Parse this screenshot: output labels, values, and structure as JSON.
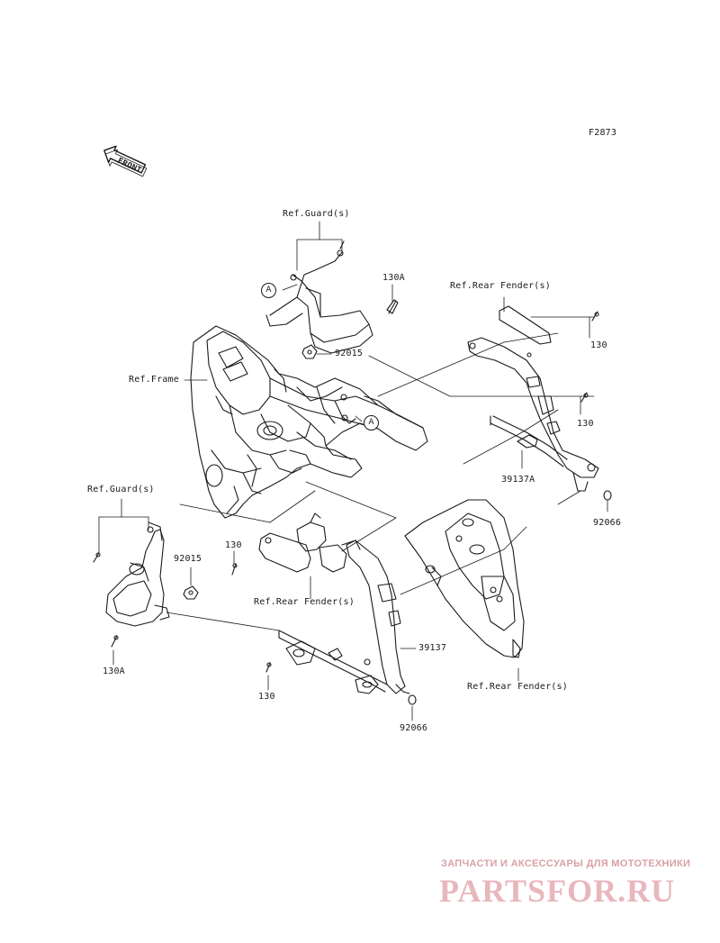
{
  "figure_code": "F2873",
  "front_label": "FRONT",
  "callout_a": "A",
  "labels": {
    "ref_guard_top": "Ref.Guard(s)",
    "ref_guard_left": "Ref.Guard(s)",
    "ref_frame": "Ref.Frame",
    "ref_rear_fender_top": "Ref.Rear Fender(s)",
    "ref_rear_fender_mid": "Ref.Rear Fender(s)",
    "ref_rear_fender_bottom": "Ref.Rear Fender(s)",
    "p130a_top": "130A",
    "p130a_bottom": "130A",
    "p92015_top": "92015",
    "p92015_left": "92015",
    "p130_top_right": "130",
    "p130_mid_right": "130",
    "p130_left": "130",
    "p130_bottom": "130",
    "p39137a": "39137A",
    "p39137": "39137",
    "p92066_right": "92066",
    "p92066_bottom": "92066"
  },
  "watermark": {
    "tagline": "ЗАПЧАСТИ И АКСЕССУАРЫ ДЛЯ МОТОТЕХНИКИ",
    "logo": "PARTSFOR.RU"
  },
  "colors": {
    "line": "#1a1a1a",
    "watermark_text": "#d9a0a6",
    "watermark_logo": "#e8b7bc"
  }
}
